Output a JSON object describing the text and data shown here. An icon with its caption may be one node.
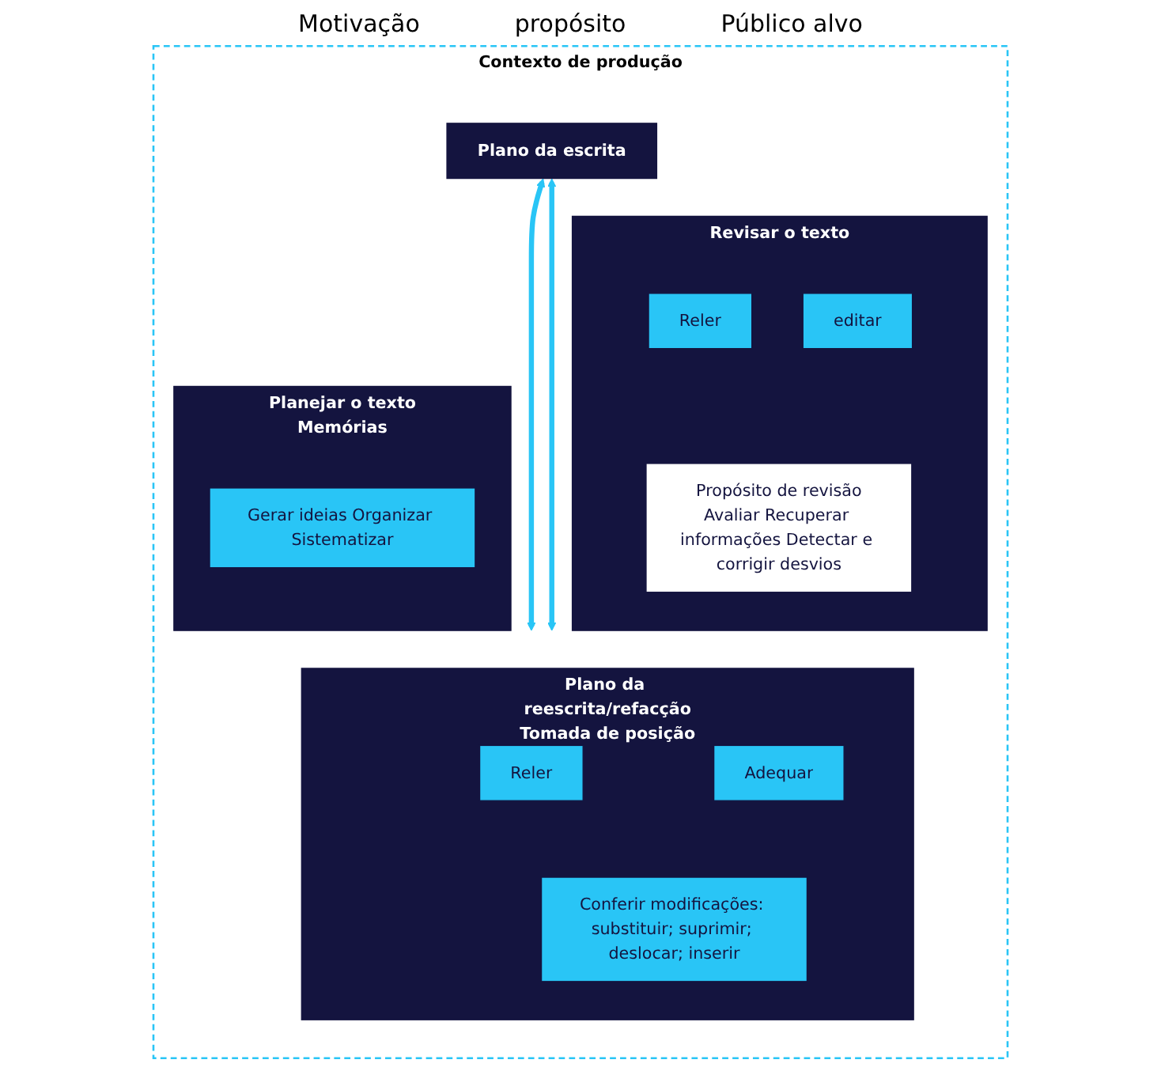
{
  "diagram": {
    "nodes": [
      {
        "text": [
          "Contexto de produção"
        ]
      },
      {
        "text": [
          "Plano da escrita"
        ],
        "in": 0
      },
      {
        "text": [
          "Planejar o texto",
          "Memórias"
        ],
        "in": 0
      },
      {
        "text": [
          "Gerar ideias Organizar Sistematizar"
        ],
        "in": 2
      },
      {
        "text": [
          "Revisar o texto"
        ],
        "in": 0
      },
      {
        "text": [
          "Reler"
        ],
        "in": 4
      },
      {
        "text": [
          "editar"
        ],
        "in": 4
      },
      {
        "text": [
          "Propósito de revisão",
          "Avaliar Recuperar informações Detectar e corrigir desvios"
        ],
        "in": 4
      },
      {
        "text": [
          "Plano da reescrita/refacção",
          "Tomada de posição"
        ],
        "in": 0
      },
      {
        "text": [
          "Reler"
        ],
        "in": 8
      },
      {
        "text": [
          "Adequar"
        ],
        "in": 8
      },
      {
        "text": [
          "Conferir modificações: substituir; suprimir; deslocar; inserir"
        ],
        "in": 8
      }
    ],
    "edges": [
      {
        "from": 8,
        "to": 1,
        "arrow": "both"
      },
      {
        "from": 1,
        "to": 8,
        "arrow": "both"
      }
    ],
    "labels": [
      "Motivação",
      "propósito",
      "Público alvo"
    ]
  }
}
